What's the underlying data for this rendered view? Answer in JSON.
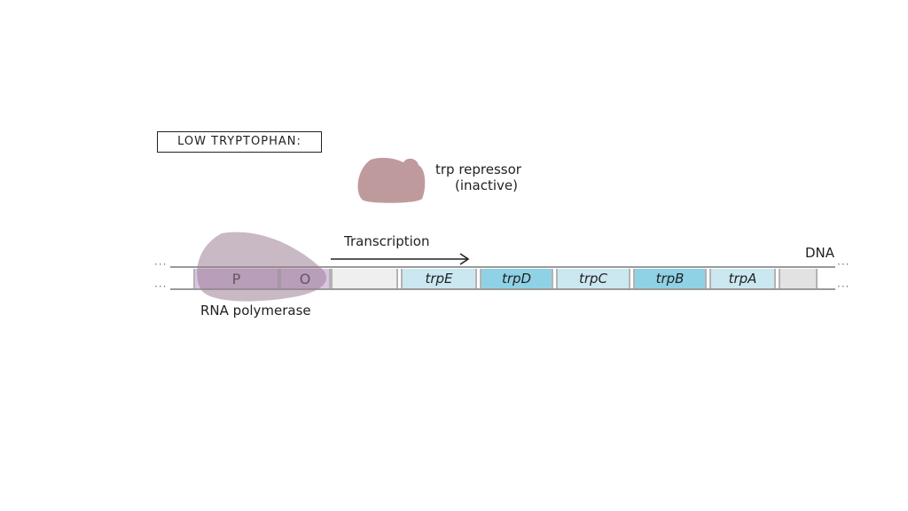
{
  "title": "LOW TRYPTOPHAN:",
  "repressor": {
    "line1": "trp repressor",
    "line2": "(inactive)",
    "color": "#bf9a9d"
  },
  "transcription_label": "Transcription",
  "dna_label": "DNA",
  "rna_polymerase": {
    "label": "RNA polymerase",
    "color": "#9b7f96"
  },
  "dna_ends": {
    "left": "···",
    "right": "···"
  },
  "segments": [
    {
      "id": "promoter",
      "label": "P",
      "color": "#dcc3e2"
    },
    {
      "id": "operator",
      "label": "O",
      "color": "#dcc3e2"
    },
    {
      "id": "leader",
      "label": "",
      "color": "#efeff0"
    },
    {
      "id": "trpE",
      "label": "trpE",
      "color": "#cbe8f1"
    },
    {
      "id": "trpD",
      "label": "trpD",
      "color": "#8fd2e6"
    },
    {
      "id": "trpC",
      "label": "trpC",
      "color": "#cbe8f1"
    },
    {
      "id": "trpB",
      "label": "trpB",
      "color": "#8fd2e6"
    },
    {
      "id": "trpA",
      "label": "trpA",
      "color": "#cbe8f1"
    },
    {
      "id": "terminal",
      "label": "",
      "color": "#e2e2e3"
    }
  ]
}
